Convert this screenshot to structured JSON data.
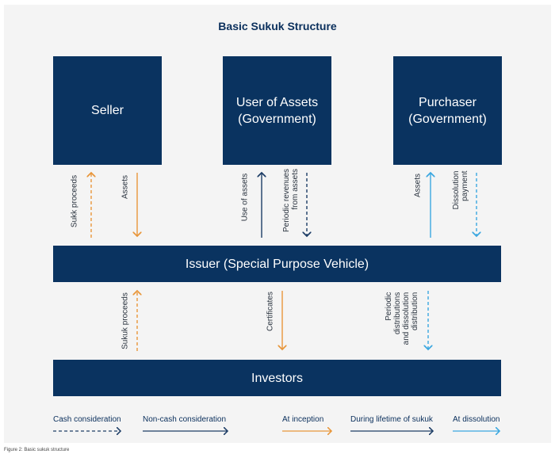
{
  "title": "Basic Sukuk Structure",
  "boxes": {
    "seller": "Seller",
    "user_of_assets": "User of Assets\n(Government)",
    "purchaser": "Purchaser\n(Government)",
    "issuer": "Issuer (Special Purpose Vehicle)",
    "investors": "Investors"
  },
  "flows": {
    "seller_sukuk_proceeds": "Sukk proceeds",
    "seller_assets": "Assets",
    "user_use_of_assets": "Use of assets",
    "user_periodic_revenues": "Periodic revenues\nfrom assets",
    "purchaser_assets": "Assets",
    "purchaser_dissolution_payment": "Dissolution\npayment",
    "investors_sukuk_proceeds": "Sukuk proceeds",
    "investors_certificates": "Certificates",
    "investors_periodic_distributions": "Periodic\ndistributions\nand dissolution\ndistribution"
  },
  "legend": {
    "cash": "Cash consideration",
    "noncash": "Non-cash consideration",
    "inception": "At inception",
    "lifetime": "During lifetime of sukuk",
    "dissolution": "At dissolution"
  },
  "colors": {
    "navy": "#0a3360",
    "inception": "#e8963a",
    "lifetime": "#1d3d66",
    "dissolution": "#3aa7e0"
  },
  "caption": "Figure 2: Basic sukuk structure"
}
